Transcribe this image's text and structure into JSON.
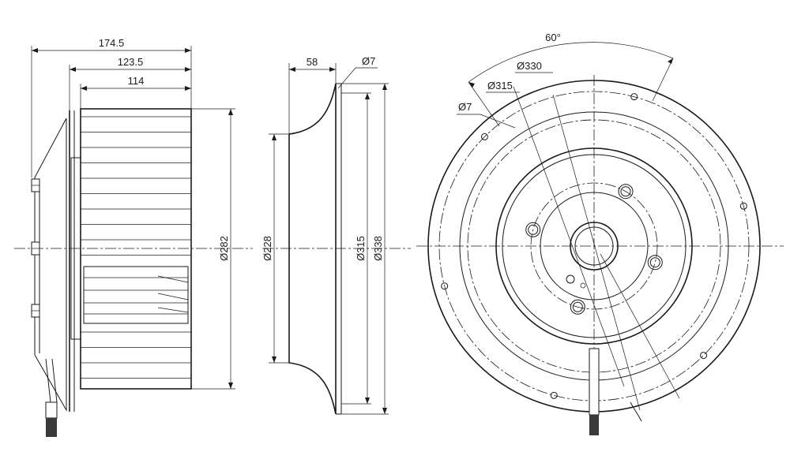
{
  "side_view": {
    "dim_overall_width": "174.5",
    "dim_flange_to_face": "123.5",
    "dim_impeller_width": "114",
    "dim_impeller_diameter": "Ø282"
  },
  "profile_view": {
    "dim_depth": "58",
    "dim_hole": "Ø7",
    "dim_inlet_diameter": "Ø228",
    "dim_ring_diameter": "Ø315",
    "dim_outer_diameter": "Ø338"
  },
  "front_view": {
    "dim_angle": "60°",
    "dim_bolt_circle_outer": "Ø330",
    "dim_bolt_circle_inner": "Ø315",
    "dim_hole": "Ø7"
  }
}
